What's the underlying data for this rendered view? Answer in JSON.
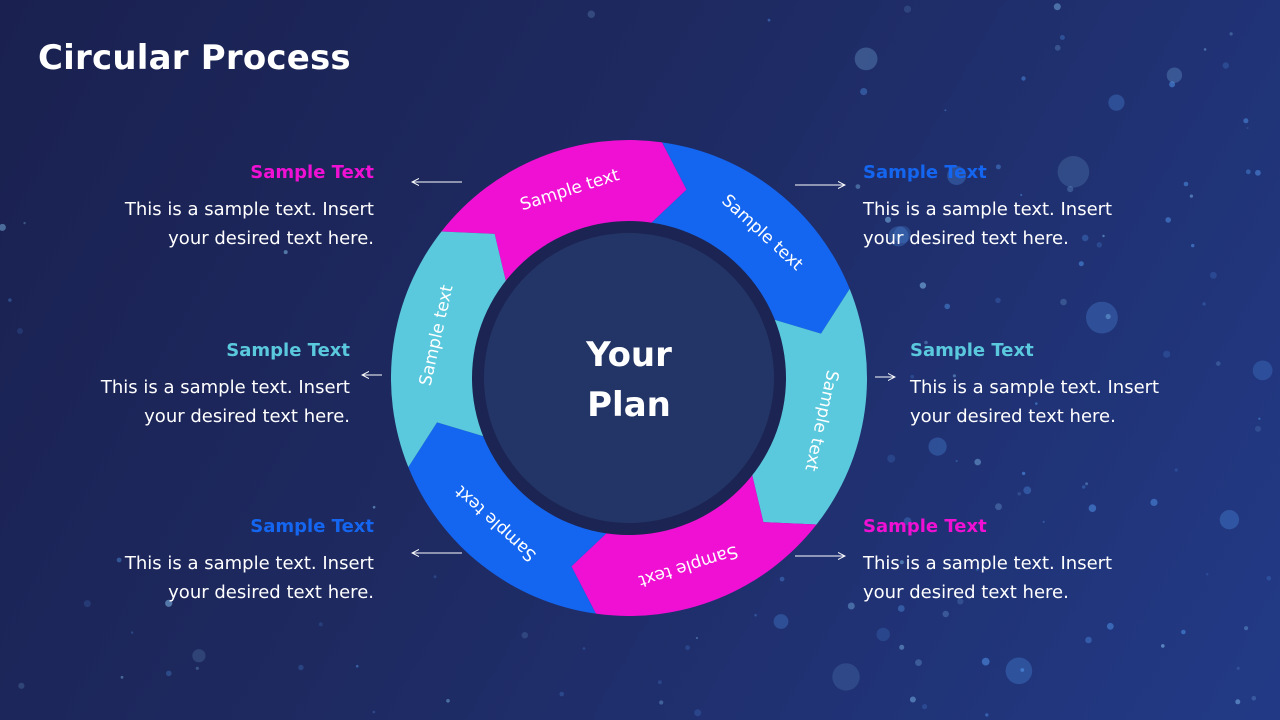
{
  "slide": {
    "title": "Circular Process",
    "center": {
      "line1": "Your",
      "line2": "Plan"
    }
  },
  "colors": {
    "magenta": "#f010d4",
    "blue": "#1466f0",
    "cyan": "#5bc9dd",
    "center_fill": "#233566",
    "inner_ring": "#1b2452"
  },
  "segments": [
    {
      "label": "Sample text",
      "color": "#f010d4"
    },
    {
      "label": "Sample text",
      "color": "#1466f0"
    },
    {
      "label": "Sample text",
      "color": "#5bc9dd"
    },
    {
      "label": "Sample text",
      "color": "#f010d4"
    },
    {
      "label": "Sample text",
      "color": "#1466f0"
    },
    {
      "label": "Sample text",
      "color": "#5bc9dd"
    }
  ],
  "callouts": [
    {
      "heading": "Sample Text",
      "body_line1": "This is a sample text. Insert",
      "body_line2": "your desired text here.",
      "color": "#f010d4"
    },
    {
      "heading": "Sample Text",
      "body_line1": "This is a sample text. Insert",
      "body_line2": "your desired text here.",
      "color": "#1466f0"
    },
    {
      "heading": "Sample Text",
      "body_line1": "This is a sample text. Insert",
      "body_line2": "your desired text here.",
      "color": "#5bc9dd"
    },
    {
      "heading": "Sample Text",
      "body_line1": "This is a sample text. Insert",
      "body_line2": "your desired text here.",
      "color": "#5bc9dd"
    },
    {
      "heading": "Sample Text",
      "body_line1": "This is a sample text. Insert",
      "body_line2": "your desired text here.",
      "color": "#1466f0"
    },
    {
      "heading": "Sample Text",
      "body_line1": "This is a sample text. Insert",
      "body_line2": "your desired text here.",
      "color": "#f010d4"
    }
  ]
}
